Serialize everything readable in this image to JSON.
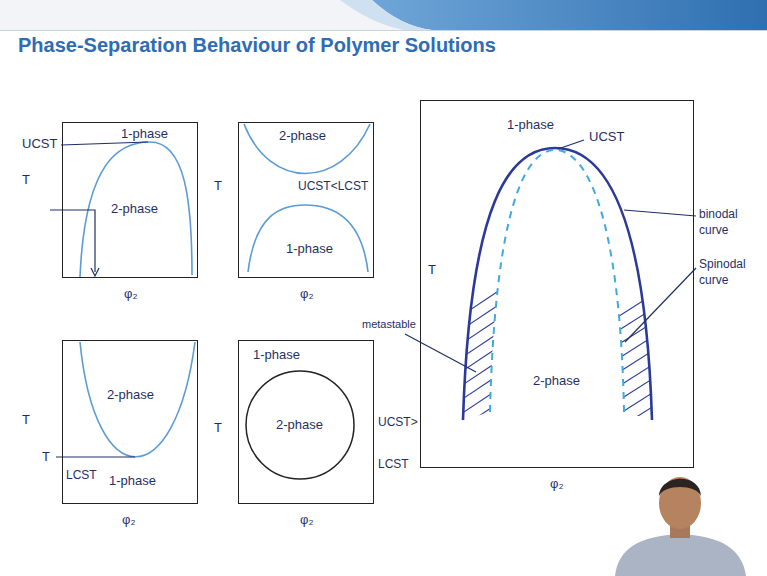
{
  "diagram": {
    "title": "Phase-Separation Behaviour of Polymer Solutions",
    "nodes": [
      {
        "text": [
          "1-phase",
          "2-phase"
        ]
      },
      {
        "text": [
          "2-phase",
          "1-phase"
        ]
      },
      {
        "text": [
          "1-phase",
          "UCST",
          "2-phase"
        ]
      },
      {
        "text": [
          "2-phase",
          "1-phase"
        ]
      },
      {
        "text": [
          "1-phase"
        ]
      },
      {
        "text": [
          "2-phase"
        ],
        "in": 4
      }
    ],
    "labels": [
      "T",
      "UCST",
      "φ₂",
      "T",
      "UCST<LCST",
      "φ₂",
      "T",
      "binodal curve",
      "Spinodal curve",
      "metastable",
      "φ₂",
      "T",
      "T",
      "LCST",
      "φ₂",
      "T",
      "UCST>",
      "LCST",
      "φ₂"
    ]
  }
}
